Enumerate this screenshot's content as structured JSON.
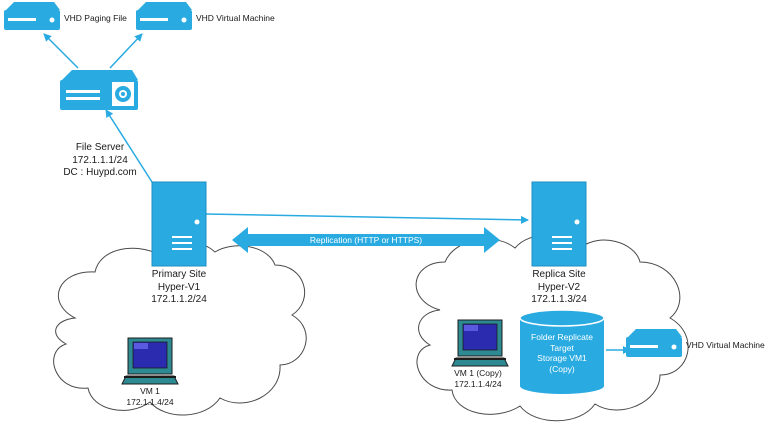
{
  "diagram": {
    "top_disks": [
      {
        "label": "VHD Paging File"
      },
      {
        "label": "VHD Virtual Machine"
      }
    ],
    "file_server": {
      "name": "File Server",
      "ip": "172.1.1.1/24",
      "domain": "DC : Huypd.com"
    },
    "primary_site": {
      "name": "Primary Site",
      "host": "Hyper-V1",
      "ip": "172.1.1.2/24",
      "vm_name": "VM 1",
      "vm_ip": "172.1.1.4/24"
    },
    "replica_site": {
      "name": "Replica Site",
      "host": "Hyper-V2",
      "ip": "172.1.1.3/24",
      "vm_name": "VM 1 (Copy)",
      "vm_ip": "172.1.1.4/24",
      "storage_lines": [
        "Folder Replicate",
        "Target",
        "Storage VM1",
        "(Copy)"
      ],
      "vhd_label": "VHD Virtual Machine"
    },
    "replication_label": "Replication (HTTP or HTTPS)",
    "colors": {
      "accent": "#29abe2",
      "cloud_stroke": "#4a4a4a",
      "monitor_screen": "#2b2bb0",
      "monitor_body": "#2d8a92"
    }
  }
}
